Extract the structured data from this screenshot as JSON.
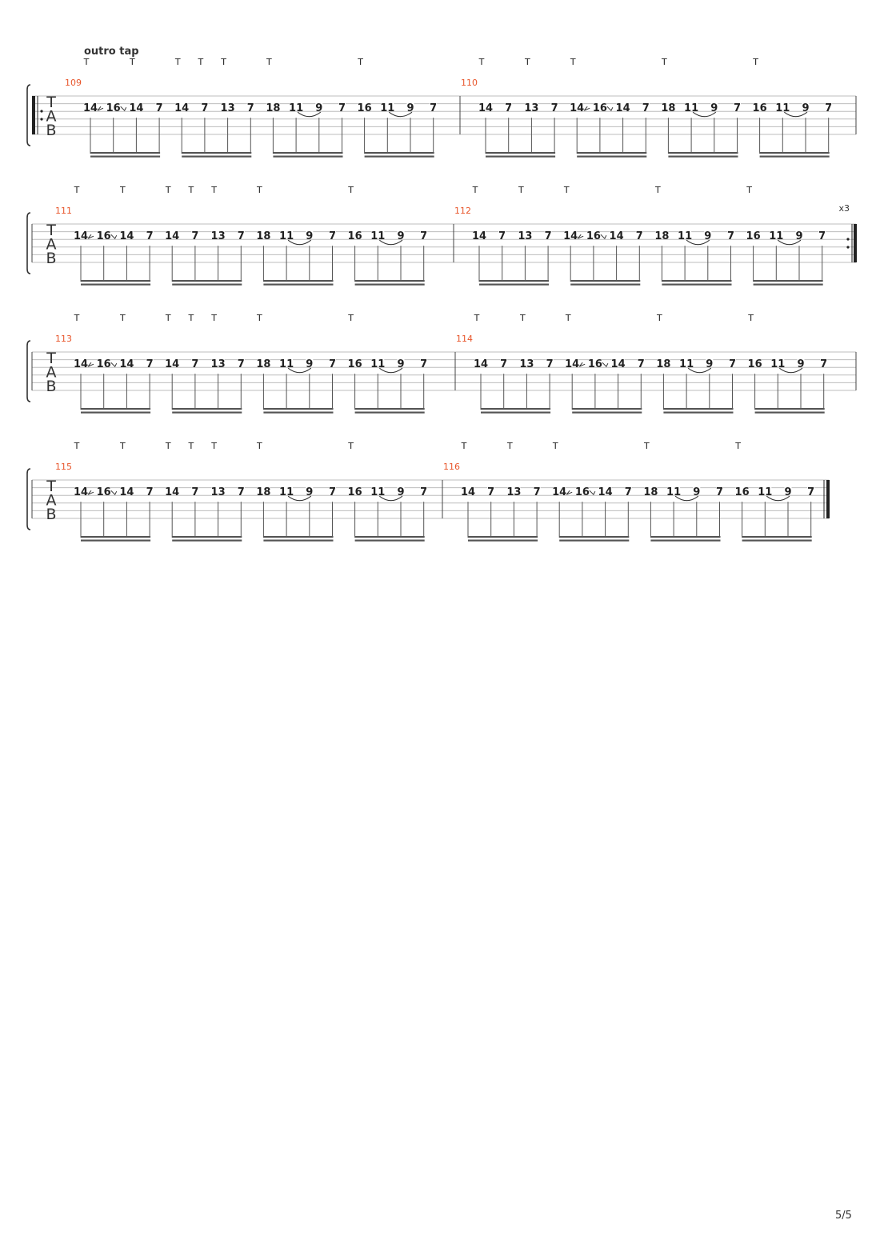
{
  "section_label": "outro tap",
  "page_number": "5/5",
  "tab_clef": [
    "T",
    "A",
    "B"
  ],
  "tap_marker": "T",
  "repeat_count": "x3",
  "colors": {
    "bar_number": "#e8552a",
    "staff_line": "#bdbdbd",
    "ink": "#222222"
  },
  "symbols": {
    "slide_up": "slide-up-glyph",
    "slide_down": "slide-down-glyph",
    "legato": "pull-off-arc"
  },
  "pattern_a": [
    {
      "notes": [
        "14",
        "16",
        "14",
        "7"
      ],
      "slides": [
        0,
        1
      ],
      "taps": [
        0,
        2
      ],
      "slurs": []
    },
    {
      "notes": [
        "14",
        "7",
        "13",
        "7"
      ],
      "slides": [],
      "taps": [
        0,
        1,
        2
      ],
      "slurs": []
    },
    {
      "notes": [
        "18",
        "11",
        "9",
        "7"
      ],
      "slides": [],
      "taps": [
        0
      ],
      "slurs": [
        [
          1,
          2
        ]
      ]
    },
    {
      "notes": [
        "16",
        "11",
        "9",
        "7"
      ],
      "slides": [],
      "taps": [
        0
      ],
      "slurs": [
        [
          1,
          2
        ]
      ]
    }
  ],
  "pattern_b": [
    {
      "notes": [
        "14",
        "7",
        "13",
        "7"
      ],
      "slides": [],
      "taps": [
        0,
        2
      ],
      "slurs": []
    },
    {
      "notes": [
        "14",
        "16",
        "14",
        "7"
      ],
      "slides": [
        0,
        1
      ],
      "taps": [
        0
      ],
      "slurs": []
    },
    {
      "notes": [
        "18",
        "11",
        "9",
        "7"
      ],
      "slides": [],
      "taps": [
        0
      ],
      "slurs": [
        [
          1,
          2
        ]
      ]
    },
    {
      "notes": [
        "16",
        "11",
        "9",
        "7"
      ],
      "slides": [],
      "taps": [
        0
      ],
      "slurs": [
        [
          1,
          2
        ]
      ]
    }
  ],
  "systems": [
    {
      "measures": [
        "109",
        "110"
      ],
      "repeat_start": true,
      "repeat_end": false,
      "final": false
    },
    {
      "measures": [
        "111",
        "112"
      ],
      "repeat_start": false,
      "repeat_end": true,
      "final": false
    },
    {
      "measures": [
        "113",
        "114"
      ],
      "repeat_start": false,
      "repeat_end": false,
      "final": false
    },
    {
      "measures": [
        "115",
        "116"
      ],
      "repeat_start": false,
      "repeat_end": false,
      "final": true
    }
  ]
}
